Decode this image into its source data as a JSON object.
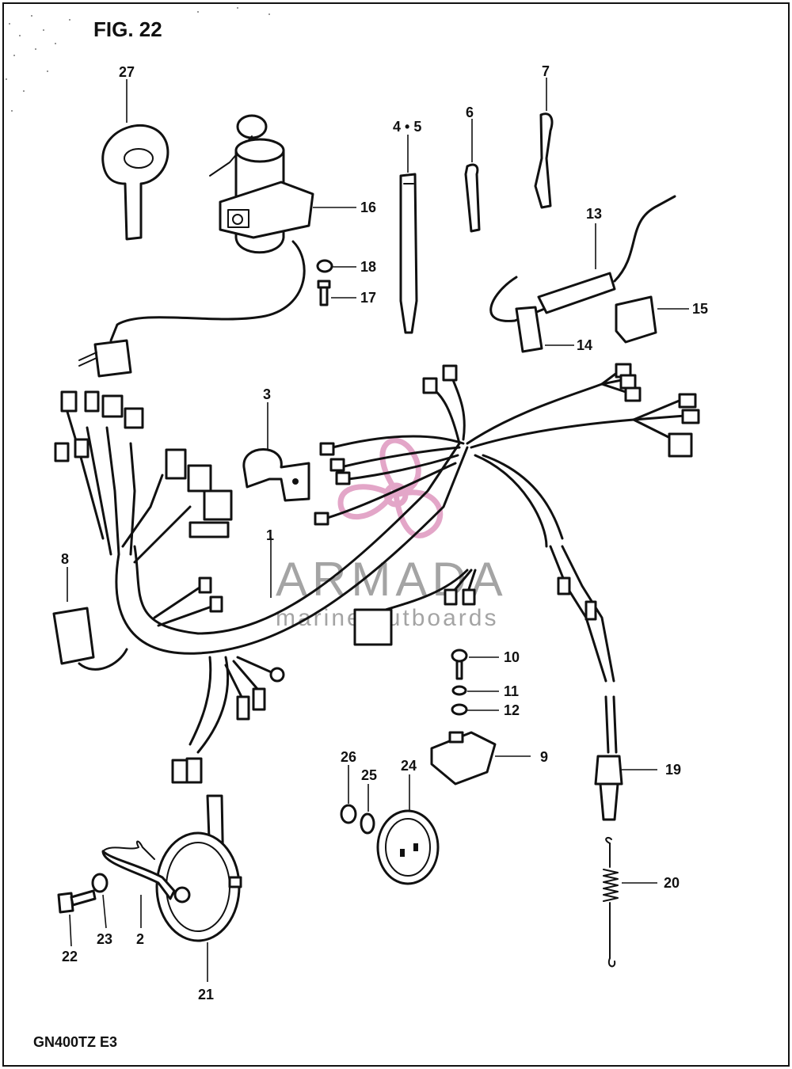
{
  "figure_title": "FIG. 22",
  "model_code": "GN400TZ  E3",
  "watermark": {
    "brand": "ARMADA",
    "tagline": "marine outboards",
    "color": "#e3a6c8"
  },
  "callouts": [
    "1",
    "2",
    "3",
    "4 • 5",
    "6",
    "7",
    "8",
    "9",
    "10",
    "11",
    "12",
    "13",
    "14",
    "15",
    "16",
    "17",
    "18",
    "19",
    "20",
    "21",
    "22",
    "23",
    "24",
    "25",
    "26",
    "27"
  ]
}
